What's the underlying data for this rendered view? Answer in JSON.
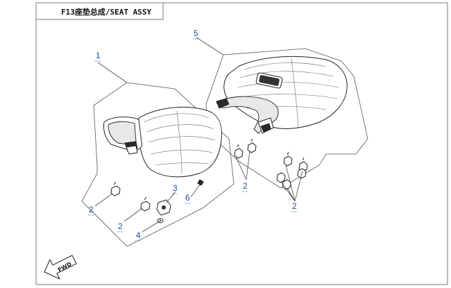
{
  "header": {
    "title": "F13座垫总成/SEAT ASSY"
  },
  "callouts": [
    {
      "id": "c1",
      "label": "1"
    },
    {
      "id": "c5",
      "label": "5"
    },
    {
      "id": "c3",
      "label": "3"
    },
    {
      "id": "c6",
      "label": "6"
    },
    {
      "id": "c2a",
      "label": "2"
    },
    {
      "id": "c2b",
      "label": "2"
    },
    {
      "id": "c4",
      "label": "4"
    },
    {
      "id": "c2c",
      "label": "2"
    },
    {
      "id": "c2d",
      "label": "2"
    }
  ],
  "direction_arrow": {
    "label": "FWD"
  },
  "colors": {
    "callout": "#1f4fa0",
    "line": "#222222",
    "frame": "#7a7a7a"
  }
}
